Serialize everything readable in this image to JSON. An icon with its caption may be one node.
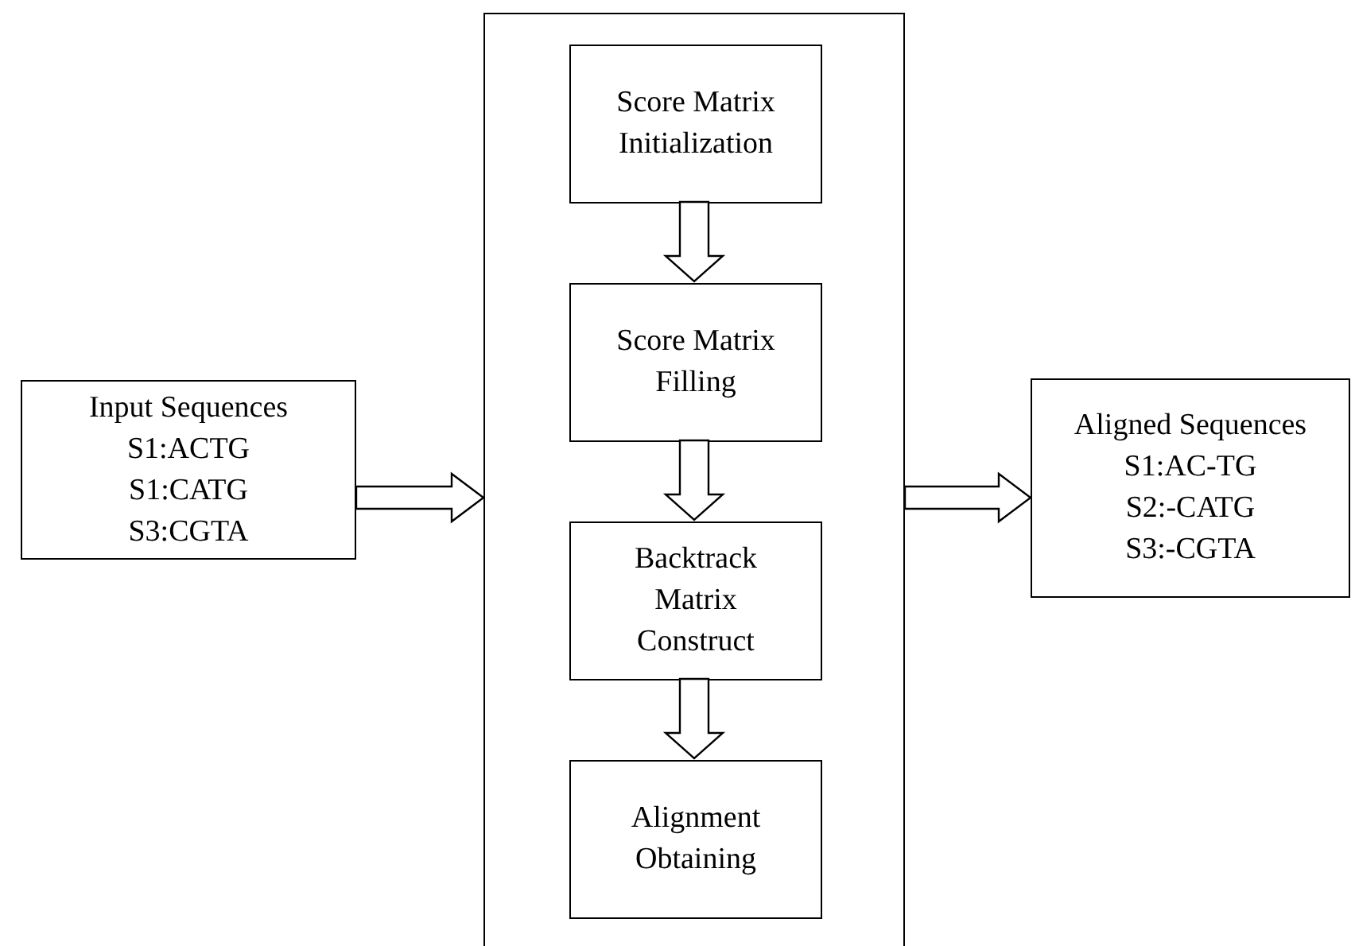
{
  "diagram": {
    "nodes": [
      {
        "text": [
          "Input Sequences",
          "S1:ACTG",
          "S1:CATG",
          "S3:CGTA"
        ]
      },
      {
        "text": [],
        "shape": "box"
      },
      {
        "text": [
          "Score Matrix Initialization"
        ],
        "in": 1
      },
      {
        "text": [
          "Score Matrix Filling"
        ],
        "in": 1
      },
      {
        "text": [
          "Backtrack Matrix Construct"
        ],
        "in": 1
      },
      {
        "text": [
          "Alignment Obtaining"
        ],
        "in": 1
      },
      {
        "text": [
          "Aligned Sequences",
          "S1:AC-TG",
          "S2:-CATG",
          "S3:-CGTA"
        ]
      }
    ],
    "edges": [
      {
        "from": 0,
        "to": 1,
        "arrow": "to"
      },
      {
        "from": 2,
        "to": 3,
        "arrow": "to"
      },
      {
        "from": 3,
        "to": 4,
        "arrow": "to"
      },
      {
        "from": 4,
        "to": 5,
        "arrow": "to"
      },
      {
        "from": 1,
        "to": 6,
        "arrow": "to"
      }
    ]
  }
}
